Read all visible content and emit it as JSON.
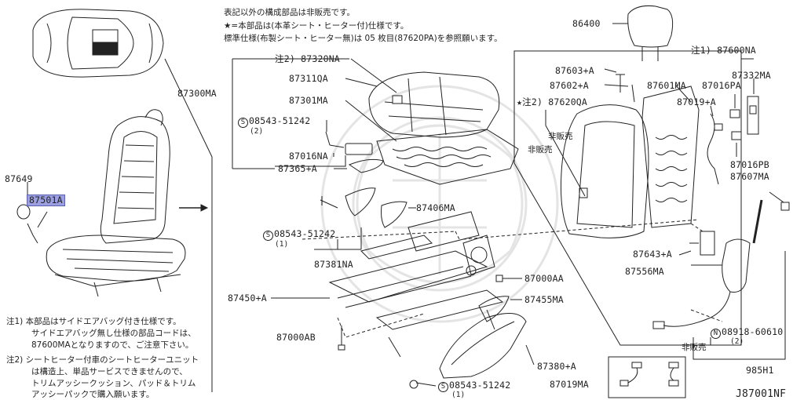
{
  "header_notes": {
    "line1": "表記以外の構成部品は非販売です。",
    "line2": "★=本部品は(本革シート・ヒーター付)仕様です。",
    "line3": "標準仕様(布製シート・ヒーター無)は 05 枚目(87620PA)を参照願います。"
  },
  "footnotes": {
    "n1_line1": "注1) 本部品はサイドエアバッグ付き仕様です。",
    "n1_line2": "サイドエアバッグ無し仕様の部品コードは、",
    "n1_line3": "87600MAとなりますので、ご注意下さい。",
    "n2_line1": "注2) シートヒーター付車のシートヒーターユニット",
    "n2_line2": "は構造上、単品サービスできませんので、",
    "n2_line3": "トリムアッシークッション、パッド＆トリム",
    "n2_line4": "アッシーパックで購入願います。"
  },
  "parts": {
    "p87649": "87649",
    "p87501A": "87501A",
    "p87300MA": "87300MA",
    "p87320NA": "注2) 87320NA",
    "p87311QA": "87311QA",
    "p87301MA": "87301MA",
    "p08543_a": "08543-51242",
    "p08543_a_qty": "(2)",
    "p87016NA": "87016NA",
    "p87365A": "87365+A",
    "p87406MA": "87406MA",
    "p08543_b": "08543-51242",
    "p08543_b_qty": "(1)",
    "p87381NA": "87381NA",
    "p87000AA": "87000AA",
    "p87450A": "87450+A",
    "p87455MA": "87455MA",
    "p87000AB": "87000AB",
    "p87380A": "87380+A",
    "p87019MA": "87019MA",
    "p08543_c": "08543-51242",
    "p08543_c_qty": "(1)",
    "p86400": "86400",
    "p87600NA": "注1) 87600NA",
    "p87332MA": "87332MA",
    "p87603A": "87603+A",
    "p87602A": "87602+A",
    "p87601MA": "87601MA",
    "p87016PA": "87016PA",
    "p87620QA": "★注2) 87620QA",
    "p87019A": "87019+A",
    "p87016PB": "87016PB",
    "p87607MA": "87607MA",
    "p87643A": "87643+A",
    "p87556MA": "87556MA",
    "p08918": "08918-60610",
    "p08918_qty": "(2)",
    "p985H1": "985H1"
  },
  "marks": {
    "s_symbol": "S",
    "n_symbol": "N",
    "not_sold_1": "非販売",
    "not_sold_2": "非販売",
    "not_sold_3": "非販売"
  },
  "diagram_id": "J87001NF",
  "colors": {
    "highlight": "#9b9ee0",
    "line": "#222222",
    "watermark": "#e6e6e6"
  }
}
